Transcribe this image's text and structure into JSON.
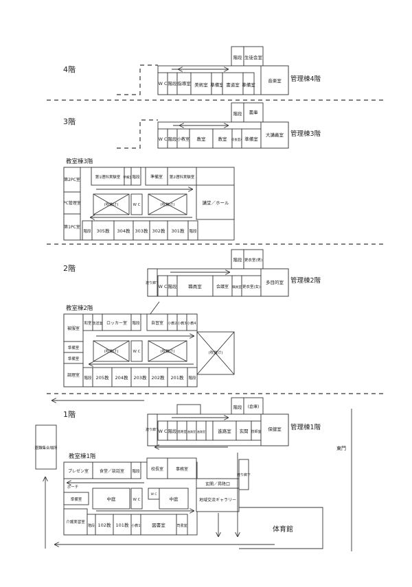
{
  "floors": {
    "f4": {
      "label": "4階",
      "building": "管理棟4階",
      "rooms": [
        "W C",
        "階段",
        "指導室",
        "美術室",
        "準備室",
        "書道室",
        "準備室",
        "音楽室",
        "階段",
        "生徒会室"
      ]
    },
    "f3": {
      "label": "3階",
      "building": "管理棟3階",
      "rooms": [
        "W C",
        "階段",
        "小教室",
        "教室",
        "教室",
        "校長室A",
        "準備室",
        "大講義室",
        "階段",
        "書庫"
      ],
      "wing": {
        "title": "教室棟3階",
        "rooms": [
          "第2PC室",
          "PC管理室",
          "第1PC室",
          "第1理科実験室",
          "準備室",
          "階段",
          "準備室",
          "第2理科実験室",
          "(吹抜け)",
          "W C",
          "(吹抜け)",
          "講堂／ホール",
          "階段",
          "305教",
          "304教",
          "303教",
          "302教",
          "301教",
          "階段"
        ]
      }
    },
    "f2": {
      "label": "2階",
      "building": "管理棟2階",
      "rooms": [
        "渡り廊下",
        "W C",
        "階段",
        "職員室",
        "会議室",
        "職員室",
        "更衣室(女)",
        "多目的室",
        "階段",
        "更衣室(男)"
      ],
      "wing": {
        "title": "教室棟2階",
        "rooms": [
          "被服室",
          "和室",
          "放送室",
          "ロッカー室",
          "階段",
          "自習室",
          "小教2",
          "小教3",
          "小教4",
          "準備室",
          "準備室",
          "調理室",
          "(吹抜け)",
          "W C",
          "(吹抜け)",
          "(吹抜け)",
          "階段",
          "205教",
          "204教",
          "203教",
          "202教",
          "201教",
          "階段"
        ]
      }
    },
    "f1": {
      "label": "1階",
      "building": "管理棟1階",
      "rooms": [
        "渡り廊下",
        "W C",
        "階段",
        "進路室",
        "進路室",
        "進路室",
        "進路室",
        "進路室",
        "玄関",
        "技師室",
        "保健室",
        "階段",
        "(倉庫)"
      ],
      "wing": {
        "title": "教室棟1階",
        "rooms": [
          "プレゼン室",
          "食堂／談話室",
          "階段",
          "校長室",
          "事務室",
          "玄関／昇降口",
          "ポーチ",
          "準備室",
          "中庭",
          "W C",
          "W C",
          "中庭",
          "渡り廊下",
          "介護実習室",
          "階段",
          "102教",
          "101教",
          "小教1",
          "図書室",
          "司書室",
          "地域交流ギャラリー"
        ]
      }
    }
  },
  "evacuation": "避難集合場所",
  "east_gate": "東門",
  "gym": "体育館"
}
